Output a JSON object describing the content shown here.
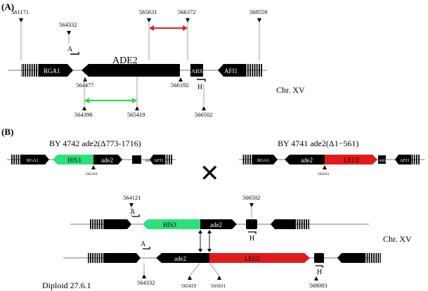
{
  "panel_a": {
    "label": "(A)",
    "gene_main": "ADE2",
    "gene_left": "RGA1",
    "gene_ars": "ARS",
    "gene_right": "AFI1",
    "primer_a": "A",
    "primer_h": "H",
    "chromosome": "Chr. XV",
    "positions": {
      "p561171": "561171",
      "p564332": "564332",
      "p565631": "565631",
      "p566372": "566372",
      "p569559": "569559",
      "p564477": "564477",
      "p566192": "566192",
      "p564398": "564398",
      "p565419": "565419",
      "p566502": "566502"
    },
    "colors": {
      "red_arrow": "#e31e24",
      "green_arrow": "#27d940"
    }
  },
  "panel_b": {
    "label": "(B)",
    "strain_left": "BY 4742 ade2(Δ773-1716)",
    "strain_right": "BY 4741 ade2(Δ1−561)",
    "left": {
      "rga1": "RGA1",
      "his3": "HIS3",
      "ade2": "ade2",
      "ars": "ARS",
      "afi1": "AFI1",
      "pos": "565419"
    },
    "right": {
      "rga1": "RGA1",
      "ade2": "ade2",
      "leu2": "LEU2",
      "ars": "ARS",
      "afi1": "AFI1",
      "pos": "565631"
    },
    "cross_symbol": "✕",
    "diploid": {
      "top": {
        "his3": "HIS3",
        "ade2": "ade2",
        "pos_a": "564121",
        "pos_h": "566502",
        "primer_a": "A",
        "primer_h": "H"
      },
      "bottom": {
        "ade2": "ade2",
        "leu2": "LEU2",
        "pos_1": "564332",
        "pos_2": "565419",
        "pos_3": "565631",
        "pos_4": "568083",
        "primer_a": "A",
        "primer_h": "H"
      },
      "chromosome": "Chr. XV",
      "name": "Diploid 27.6.1"
    },
    "colors": {
      "his3": "#2ce07a",
      "leu2": "#e01b1b"
    }
  }
}
